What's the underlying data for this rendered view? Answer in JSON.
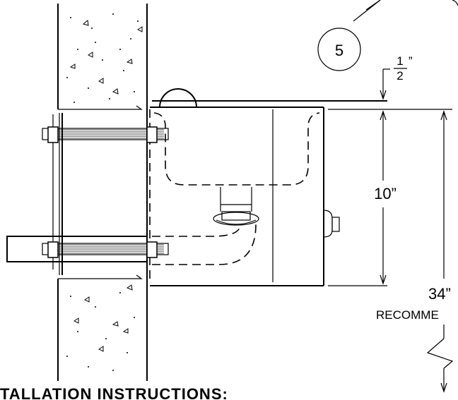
{
  "callout": {
    "number": "5"
  },
  "dimensions": {
    "half_inch": {
      "numerator": "1",
      "denominator": "2",
      "unit": "”"
    },
    "height": "10”",
    "mount_height": "34”",
    "mount_note": "RECOMME"
  },
  "heading": "TALLATION INSTRUCTIONS:"
}
